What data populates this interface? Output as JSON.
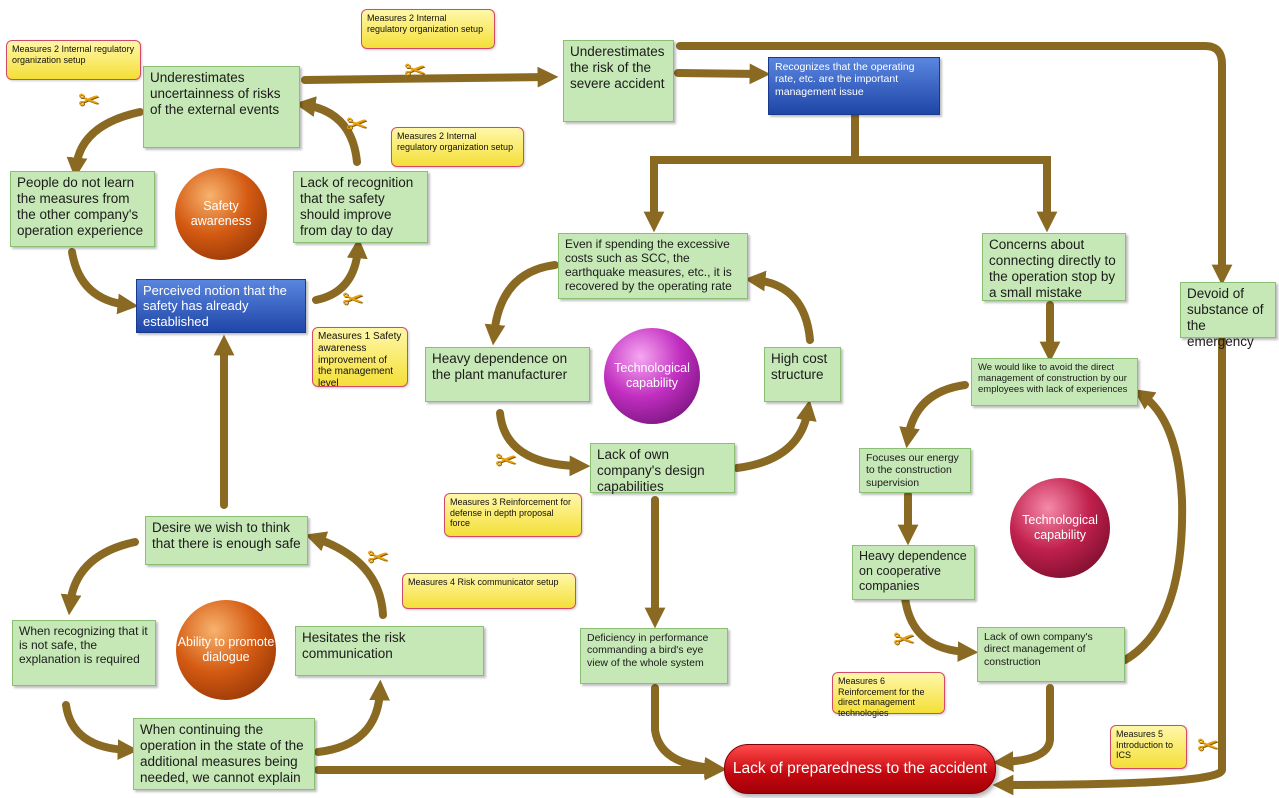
{
  "nodes": {
    "underestimates_external": "Underestimates uncertainness of risks of the external events",
    "underestimates_severe": "Underestimates the risk of the severe accident",
    "recognizes_operating_rate": "Recognizes that the operating rate, etc. are the important management issue",
    "people_do_not_learn": "People do not learn the measures from the other company's operation experience",
    "lack_of_recognition": "Lack of recognition that the safety should improve from day to day",
    "perceived_notion": "Perceived notion that the safety has already established",
    "even_if_spending": "Even if spending the excessive costs such as SCC, the earthquake measures, etc., it is recovered by the operating rate",
    "concerns_connecting": "Concerns about connecting directly to the operation stop by a small mistake",
    "devoid_substance": "Devoid of substance of the emergency",
    "heavy_dependence_manufacturer": "Heavy dependence on the plant manufacturer",
    "high_cost_structure": "High cost structure",
    "lack_design_capabilities": "Lack of own company's design capabilities",
    "avoid_direct_management": "We would like to avoid the direct management of construction by our employees with lack of experiences",
    "focuses_energy": "Focuses our energy to the construction supervision",
    "heavy_dependence_cooperative": "Heavy dependence on cooperative companies",
    "lack_direct_management": "Lack of own company's direct management of construction",
    "desire_safe": "Desire we wish to think that there is enough safe",
    "when_recognizing": "When recognizing that it is not safe, the explanation is required",
    "hesitates_risk": "Hesitates the risk communication",
    "when_continuing": "When continuing the operation in the state of the additional measures being needed, we cannot explain",
    "deficiency_performance": "Deficiency in performance commanding a bird's eye view of the whole system",
    "lack_preparedness": "Lack of preparedness to the accident"
  },
  "spheres": {
    "safety_awareness": "Safety awareness",
    "technological_capability_1": "Technological capability",
    "technological_capability_2": "Technological capability",
    "ability_dialogue": "Ability to promote dialogue"
  },
  "measures": {
    "m2_a": "Measures 2 Internal regulatory organization setup",
    "m2_b": "Measures 2 Internal regulatory organization setup",
    "m2_c": "Measures 2 Internal regulatory organization setup",
    "m1": "Measures 1 Safety awareness improvement of the management level",
    "m3": "Measures 3 Reinforcement for defense in depth proposal force",
    "m4": "Measures 4 Risk communicator setup",
    "m5": "Measures 5 Introduction to ICS",
    "m6": "Measures 6 Reinforcement for the direct management technologies"
  },
  "colors": {
    "arrow": "#8a6a22",
    "node_fill": "#c6e8b6",
    "measure_fill": "#f4df38",
    "measure_border": "#d24a6a",
    "final_fill": "#d6101a"
  },
  "icons": {
    "cut": "scissors-icon"
  }
}
